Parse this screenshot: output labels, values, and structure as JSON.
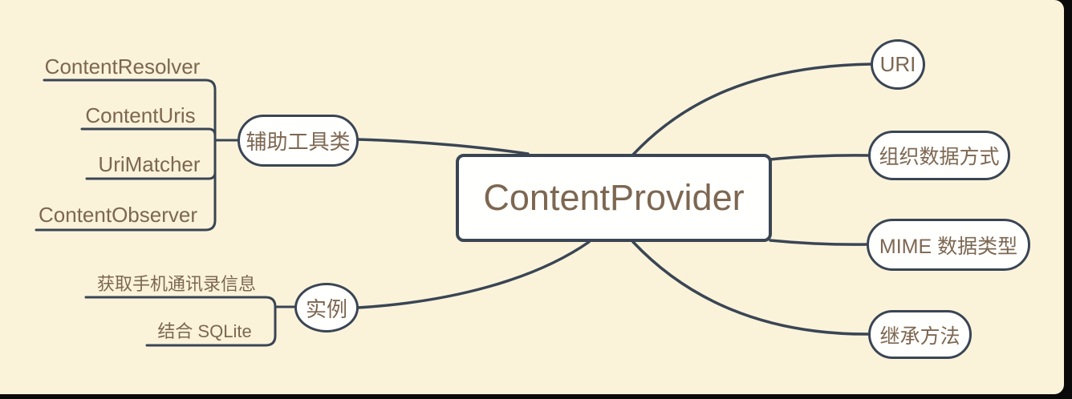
{
  "map": {
    "root": "ContentProvider",
    "aux": {
      "label": "辅助工具类",
      "children": [
        "ContentResolver",
        "ContentUris",
        "UriMatcher",
        "ContentObserver"
      ]
    },
    "example": {
      "label": "实例",
      "children": [
        "获取手机通讯录信息",
        "结合 SQLite"
      ]
    },
    "right": [
      "URI",
      "组织数据方式",
      "MIME 数据类型",
      "继承方法"
    ]
  },
  "colors": {
    "canvas-bg": "#faf3da",
    "line": "#3a4554",
    "text-brown": "#7d6751",
    "node-fill": "#fffffe",
    "frame": "#0a0a0a"
  }
}
